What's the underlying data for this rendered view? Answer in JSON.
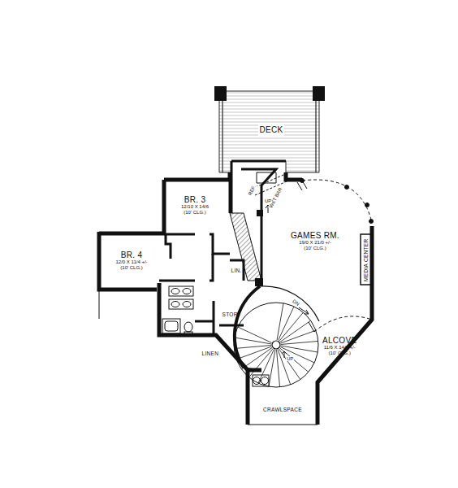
{
  "diagram": {
    "nodes": [
      {
        "text": [
          "DECK"
        ]
      },
      {
        "text": [
          "BR. 3",
          "12/10 X 14/6",
          "(10' CLG.)"
        ]
      },
      {
        "text": [
          "BR. 4",
          "12/0 X 11/4 +/-",
          "(10' CLG.)"
        ]
      },
      {
        "text": [
          "GAMES RM.",
          "19/0 X 21/0 +/-",
          "(10' CLG.)"
        ]
      },
      {
        "text": [
          "MEDIA CENTER"
        ]
      },
      {
        "text": [
          "LIN."
        ]
      },
      {
        "text": [
          "ALCOVE",
          "11/6 X 14/0 +/-",
          "(10' CLG.)"
        ]
      },
      {
        "text": [
          "STOR."
        ]
      },
      {
        "text": [
          "LINEN"
        ]
      },
      {
        "text": [
          "CRAWLSPACE"
        ]
      }
    ],
    "labels": [
      "REF.",
      "WET BAR",
      "UP",
      "DN",
      "UP"
    ]
  }
}
